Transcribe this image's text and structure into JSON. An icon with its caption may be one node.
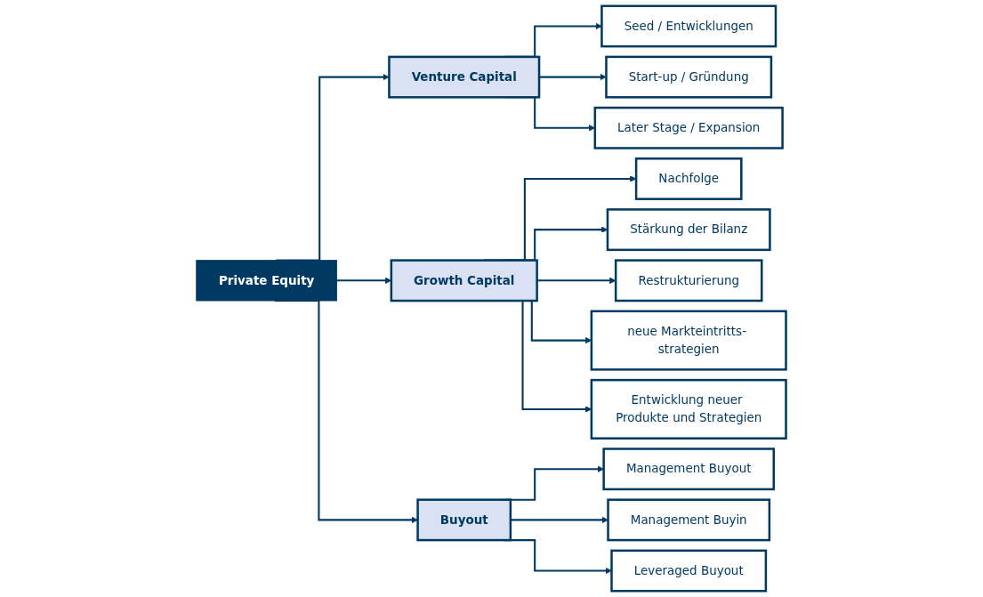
{
  "diagram": {
    "nodes": [
      {
        "text": [
          "Private Equity"
        ]
      },
      {
        "text": [
          "Venture Capital"
        ]
      },
      {
        "text": [
          "Growth Capital"
        ]
      },
      {
        "text": [
          "Buyout"
        ]
      },
      {
        "text": [
          "Seed / Entwicklungen"
        ]
      },
      {
        "text": [
          "Start-up / Gründung"
        ]
      },
      {
        "text": [
          "Later Stage / Expansion"
        ]
      },
      {
        "text": [
          "Nachfolge"
        ]
      },
      {
        "text": [
          "Stärkung der Bilanz"
        ]
      },
      {
        "text": [
          "Restrukturierung"
        ]
      },
      {
        "text": [
          "neue Markteintritts- strategien"
        ]
      },
      {
        "text": [
          "Entwicklung neuer Produkte und Strategien"
        ]
      },
      {
        "text": [
          "Management Buyout"
        ]
      },
      {
        "text": [
          "Management Buyin"
        ]
      },
      {
        "text": [
          "Leveraged Buyout"
        ]
      }
    ],
    "edges": [
      {
        "from": 0,
        "to": 1,
        "arrow": "to"
      },
      {
        "from": 0,
        "to": 2,
        "arrow": "to"
      },
      {
        "from": 0,
        "to": 3,
        "arrow": "to"
      },
      {
        "from": 1,
        "to": 4,
        "arrow": "to"
      },
      {
        "from": 1,
        "to": 5,
        "arrow": "to"
      },
      {
        "from": 1,
        "to": 6,
        "arrow": "to"
      },
      {
        "from": 2,
        "to": 7,
        "arrow": "to"
      },
      {
        "from": 2,
        "to": 8,
        "arrow": "to"
      },
      {
        "from": 2,
        "to": 9,
        "arrow": "to"
      },
      {
        "from": 2,
        "to": 10,
        "arrow": "to"
      },
      {
        "from": 2,
        "to": 11,
        "arrow": "to"
      },
      {
        "from": 3,
        "to": 12,
        "arrow": "to"
      },
      {
        "from": 3,
        "to": 13,
        "arrow": "to"
      },
      {
        "from": 3,
        "to": 14,
        "arrow": "to"
      }
    ]
  }
}
